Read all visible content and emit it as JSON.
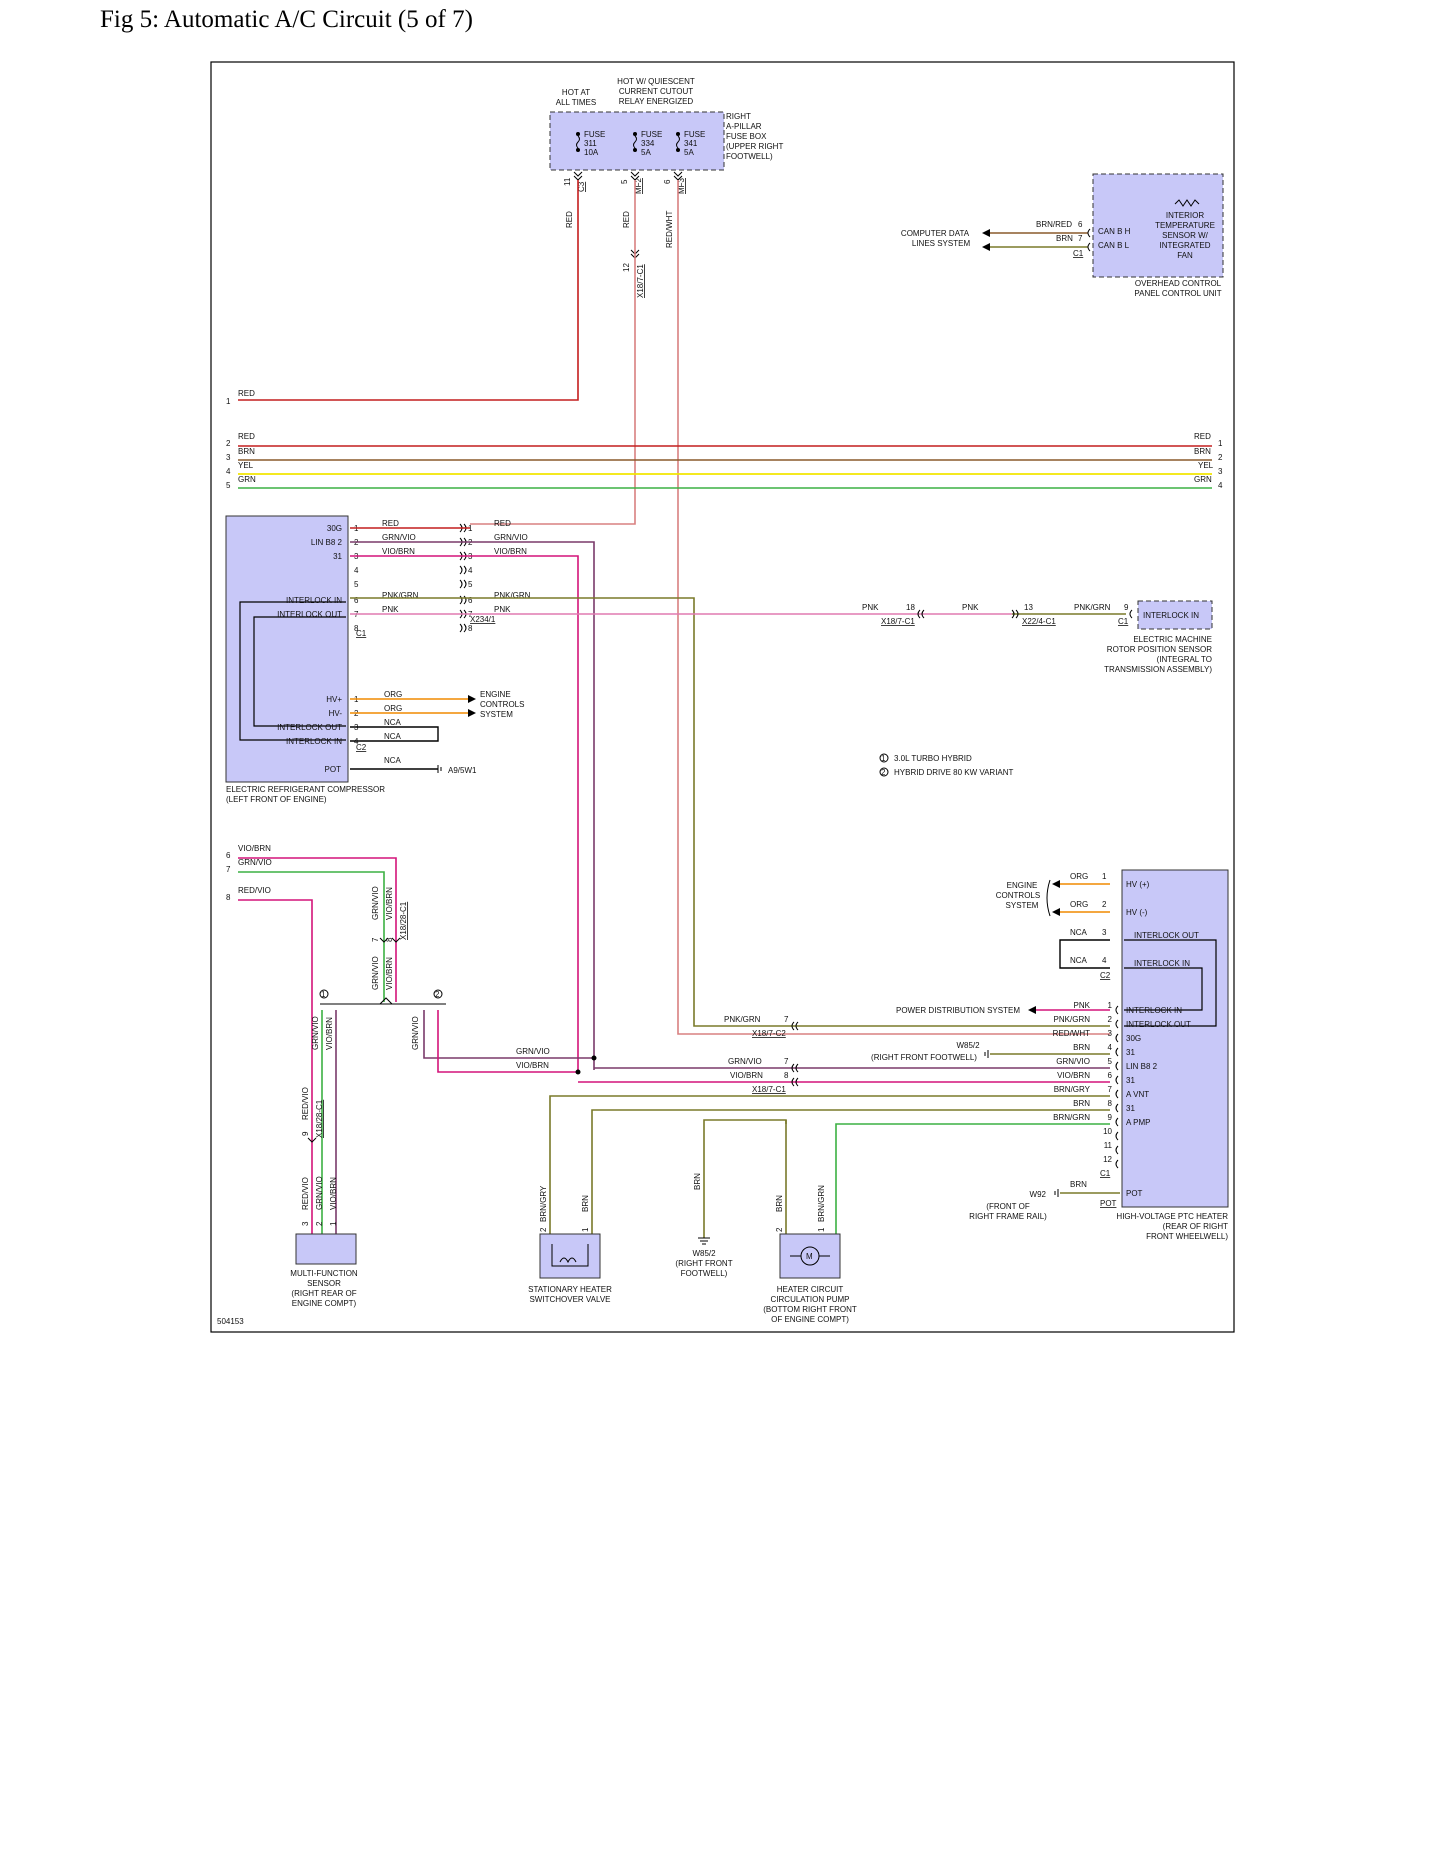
{
  "page": {
    "title": "Fig 5: Automatic A/C Circuit (5 of 7)"
  },
  "footer": {
    "code": "504153"
  },
  "fuse_box": {
    "hot_at_all_times": [
      "HOT AT",
      "ALL TIMES"
    ],
    "hot_quiescent": [
      "HOT W/ QUIESCENT",
      "CURRENT CUTOUT",
      "RELAY ENERGIZED"
    ],
    "name": [
      "RIGHT",
      "A-PILLAR",
      "FUSE BOX",
      "(UPPER RIGHT",
      "FOOTWELL)"
    ],
    "fuses": [
      {
        "lines": [
          "FUSE",
          "311",
          "10A"
        ],
        "pin": "11",
        "conn": "C3"
      },
      {
        "lines": [
          "FUSE",
          "334",
          "5A"
        ],
        "pin": "5",
        "conn": "MF2"
      },
      {
        "lines": [
          "FUSE",
          "341",
          "5A"
        ],
        "pin": "6",
        "conn": "MF3"
      }
    ],
    "wire_colors": [
      "RED",
      "RED",
      "RED/WHT"
    ],
    "splice": {
      "pin": "12",
      "conn": "X18/7-C1"
    }
  },
  "overhead_unit": {
    "label": [
      "INTERIOR",
      "TEMPERATURE",
      "SENSOR W/",
      "INTEGRATED",
      "FAN"
    ],
    "name": [
      "OVERHEAD CONTROL",
      "PANEL CONTROL UNIT"
    ],
    "pins": [
      {
        "name": "CAN B H",
        "wire": "BRN/RED",
        "num": "6"
      },
      {
        "name": "CAN B L",
        "wire": "BRN",
        "num": "7"
      }
    ],
    "conn": "C1",
    "dest": [
      "COMPUTER DATA",
      "LINES SYSTEM"
    ]
  },
  "bus_left": [
    {
      "num": "1",
      "color": "RED"
    },
    {
      "num": "2",
      "color": "RED"
    },
    {
      "num": "3",
      "color": "BRN"
    },
    {
      "num": "4",
      "color": "YEL"
    },
    {
      "num": "5",
      "color": "GRN"
    }
  ],
  "bus_right": [
    {
      "num": "1",
      "color": "RED"
    },
    {
      "num": "2",
      "color": "BRN"
    },
    {
      "num": "3",
      "color": "YEL"
    },
    {
      "num": "4",
      "color": "GRN"
    }
  ],
  "compressor": {
    "c1_pins": [
      {
        "num": "1",
        "name": "30G",
        "wire": "RED",
        "wire2": "RED"
      },
      {
        "num": "2",
        "name": "LIN B8 2",
        "wire": "GRN/VIO",
        "wire2": "GRN/VIO"
      },
      {
        "num": "3",
        "name": "31",
        "wire": "VIO/BRN",
        "wire2": "VIO/BRN"
      },
      {
        "num": "4",
        "name": "",
        "wire": "",
        "wire2": ""
      },
      {
        "num": "5",
        "name": "",
        "wire": "",
        "wire2": ""
      },
      {
        "num": "6",
        "name": "INTERLOCK IN",
        "wire": "PNK/GRN",
        "wire2": "PNK/GRN"
      },
      {
        "num": "7",
        "name": "INTERLOCK OUT",
        "wire": "PNK",
        "wire2": "PNK"
      },
      {
        "num": "8",
        "name": "",
        "wire": "",
        "wire2": ""
      }
    ],
    "c1": "C1",
    "x234": "X234/1",
    "c2_pins": [
      {
        "num": "1",
        "name": "HV+",
        "wire": "ORG"
      },
      {
        "num": "2",
        "name": "HV-",
        "wire": "ORG"
      },
      {
        "num": "3",
        "name": "INTERLOCK OUT",
        "wire": "NCA"
      },
      {
        "num": "4",
        "name": "INTERLOCK IN",
        "wire": "NCA"
      }
    ],
    "c2": "C2",
    "pot": {
      "name": "POT",
      "wire": "NCA",
      "ground": "A9/5W1"
    },
    "engine": [
      "ENGINE",
      "CONTROLS",
      "SYSTEM"
    ],
    "name": [
      "ELECTRIC REFRIGERANT COMPRESSOR",
      "(LEFT FRONT OF ENGINE)"
    ]
  },
  "interlock_run": {
    "pnk1": "PNK",
    "pin18": "18",
    "conn1": "X18/7-C1",
    "pnk2": "PNK",
    "pin13": "13",
    "conn2": "X22/4-C1",
    "wire3": "PNK/GRN",
    "pin9": "9",
    "conn3": "C1",
    "target": "INTERLOCK IN",
    "sensor_name": [
      "ELECTRIC MACHINE",
      "ROTOR POSITION SENSOR",
      "(INTEGRAL TO",
      "TRANSMISSION ASSEMBLY)"
    ]
  },
  "legend": [
    {
      "num": "1",
      "text": "3.0L TURBO HYBRID"
    },
    {
      "num": "2",
      "text": "HYBRID DRIVE 80 KW VARIANT"
    }
  ],
  "left_inputs": [
    {
      "num": "6",
      "color": "VIO/BRN"
    },
    {
      "num": "7",
      "color": "GRN/VIO"
    },
    {
      "num": "8",
      "color": "RED/VIO"
    }
  ],
  "x18_28": {
    "pins": [
      "7",
      "8"
    ],
    "conn": "X18/28-C1",
    "top_wires": [
      "GRN/VIO",
      "VIO/BRN"
    ],
    "bottom_wires": [
      "GRN/VIO",
      "VIO/BRN"
    ]
  },
  "variant_wires": {
    "v1": [
      "GRN/VIO",
      "VIO/BRN"
    ],
    "v2": [
      "GRN/VIO",
      "VIO/BRN"
    ],
    "v1_num": "1",
    "v2_num": "2"
  },
  "lower_splice": {
    "pin": "9",
    "conn": "X18/28-C1",
    "wire": "RED/VIO"
  },
  "mf_sensor": {
    "wires": [
      {
        "num": "3",
        "color": "RED/VIO"
      },
      {
        "num": "2",
        "color": "GRN/VIO"
      },
      {
        "num": "1",
        "color": "VIO/BRN"
      }
    ],
    "name": [
      "MULTI-FUNCTION",
      "SENSOR",
      "(RIGHT REAR OF",
      "ENGINE COMPT)"
    ]
  },
  "mid_wires": {
    "grnvio": "GRN/VIO",
    "viobrn": "VIO/BRN"
  },
  "ptc": {
    "hv": [
      {
        "num": "1",
        "wire": "ORG",
        "name": "HV (+)"
      },
      {
        "num": "2",
        "wire": "ORG",
        "name": "HV (-)"
      }
    ],
    "engine": [
      "ENGINE",
      "CONTROLS",
      "SYSTEM"
    ],
    "c2_pins": [
      {
        "num": "3",
        "wire": "NCA",
        "name": "INTERLOCK OUT"
      },
      {
        "num": "4",
        "wire": "NCA",
        "name": "INTERLOCK IN"
      }
    ],
    "c2": "C2",
    "c1_pins": [
      {
        "num": "1",
        "wire": "PNK",
        "name": "INTERLOCK IN"
      },
      {
        "num": "2",
        "wire": "PNK/GRN",
        "name": "INTERLOCK OUT"
      },
      {
        "num": "3",
        "wire": "RED/WHT",
        "name": "30G"
      },
      {
        "num": "4",
        "wire": "BRN",
        "name": "31"
      },
      {
        "num": "5",
        "wire": "GRN/VIO",
        "name": "LIN B8 2"
      },
      {
        "num": "6",
        "wire": "VIO/BRN",
        "name": "31"
      },
      {
        "num": "7",
        "wire": "BRN/GRY",
        "name": "A VNT"
      },
      {
        "num": "8",
        "wire": "BRN",
        "name": "31"
      },
      {
        "num": "9",
        "wire": "BRN/GRN",
        "name": "A PMP"
      },
      {
        "num": "10",
        "wire": "",
        "name": ""
      },
      {
        "num": "11",
        "wire": "",
        "name": ""
      },
      {
        "num": "12",
        "wire": "",
        "name": ""
      }
    ],
    "c1": "C1",
    "pot": {
      "wire": "BRN",
      "name": "POT",
      "conn": "POT",
      "ground": "W92",
      "ground_loc": [
        "(FRONT OF",
        "RIGHT FRAME RAIL)"
      ]
    },
    "pds": "POWER DISTRIBUTION SYSTEM",
    "w85": {
      "name": "W85/2",
      "loc": "(RIGHT FRONT FOOTWELL)"
    },
    "name": [
      "HIGH-VOLTAGE PTC HEATER",
      "(REAR OF RIGHT",
      "FRONT WHEELWELL)"
    ]
  },
  "x18_c2": {
    "wire": "PNK/GRN",
    "pin": "7",
    "conn": "X18/7-C2"
  },
  "x18_c1b": {
    "w1": "GRN/VIO",
    "p1": "7",
    "w2": "VIO/BRN",
    "p2": "8",
    "conn": "X18/7-C1"
  },
  "valve": {
    "wires": [
      {
        "num": "2",
        "color": "BRN/GRY"
      },
      {
        "num": "1",
        "color": "BRN"
      }
    ],
    "name": [
      "STATIONARY HEATER",
      "SWITCHOVER VALVE"
    ]
  },
  "ground_w85": {
    "wire": "BRN",
    "name": "W85/2",
    "loc": [
      "(RIGHT FRONT",
      "FOOTWELL)"
    ]
  },
  "pump": {
    "wires": [
      {
        "num": "2",
        "color": "BRN"
      },
      {
        "num": "1",
        "color": "BRN/GRN"
      }
    ],
    "motor": "M",
    "name": [
      "HEATER CIRCUIT",
      "CIRCULATION PUMP",
      "(BOTTOM RIGHT FRONT",
      "OF ENGINE COMPT)"
    ]
  },
  "colors": {
    "red": "#c41e1e",
    "pink_red": "#d98080",
    "brown": "#8a5a2b",
    "yellow": "#f2e600",
    "green": "#3cb043",
    "olive": "#7a7a2a",
    "magenta": "#d4147a",
    "violet_brown": "#7a3a6a",
    "pink": "#e07ab0",
    "orange": "#f08a00",
    "box_fill": "#c8c8f8",
    "line": "#000000"
  }
}
